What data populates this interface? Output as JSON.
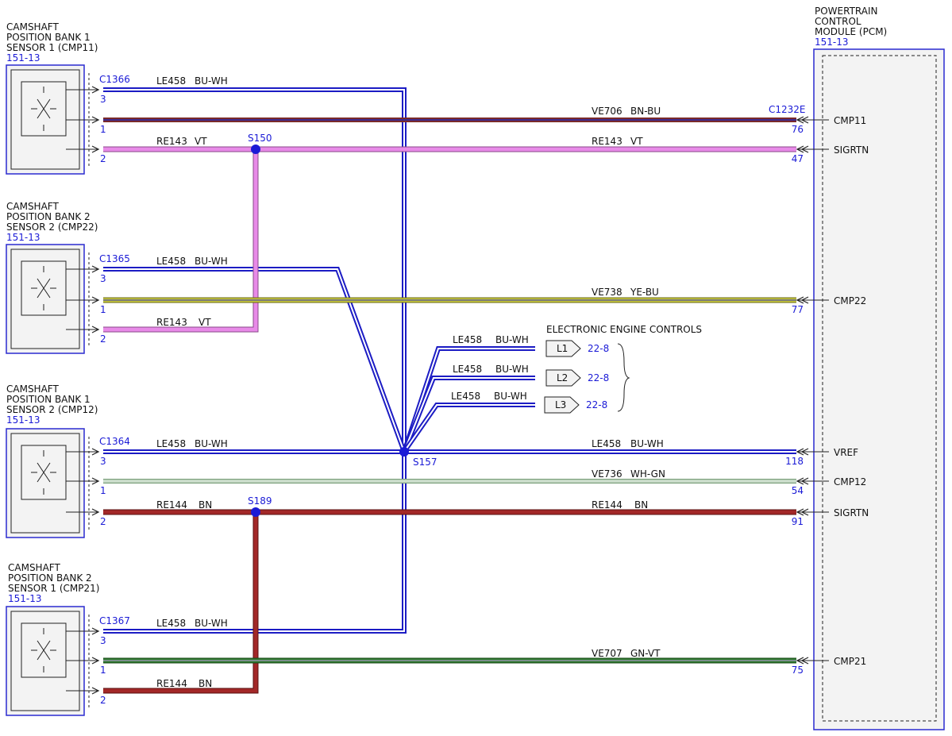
{
  "colors": {
    "BU-WH": "#1c1cc4",
    "BN-BU": "#7a2a2a",
    "VT": "#e88ae8",
    "YE-BU": "#b8b832",
    "WH-GN": "#a8c8a8",
    "BN": "#a32828",
    "GN-VT": "#2e7a2e",
    "ref": "#1a1ad6"
  },
  "sensors": [
    {
      "title_lines": [
        "CAMSHAFT",
        "POSITION BANK 1",
        "SENSOR 1 (CMP11)"
      ],
      "ref": "151-13",
      "connector": "C1366",
      "pins": [
        "3",
        "1",
        "2"
      ]
    },
    {
      "title_lines": [
        "CAMSHAFT",
        "POSITION BANK 2",
        "SENSOR 2 (CMP22)"
      ],
      "ref": "151-13",
      "connector": "C1365",
      "pins": [
        "3",
        "1",
        "2"
      ]
    },
    {
      "title_lines": [
        "CAMSHAFT",
        "POSITION BANK 1",
        "SENSOR 2 (CMP12)"
      ],
      "ref": "151-13",
      "connector": "C1364",
      "pins": [
        "3",
        "1",
        "2"
      ]
    },
    {
      "title_lines": [
        "CAMSHAFT",
        "POSITION BANK 2",
        "SENSOR 1 (CMP21)"
      ],
      "ref": "151-13",
      "connector": "C1367",
      "pins": [
        "3",
        "1",
        "2"
      ]
    }
  ],
  "pcm": {
    "title_lines": [
      "POWERTRAIN",
      "CONTROL",
      "MODULE (PCM)"
    ],
    "ref": "151-13",
    "connector": "C1232E",
    "pins": [
      {
        "num": "76",
        "name": "CMP11"
      },
      {
        "num": "47",
        "name": "SIGRTN"
      },
      {
        "num": "77",
        "name": "CMP22"
      },
      {
        "num": "118",
        "name": "VREF"
      },
      {
        "num": "54",
        "name": "CMP12"
      },
      {
        "num": "91",
        "name": "SIGRTN"
      },
      {
        "num": "75",
        "name": "CMP21"
      }
    ]
  },
  "splices": [
    "S150",
    "S157",
    "S189"
  ],
  "wire_labels": {
    "w1": {
      "circuit": "LE458",
      "color": "BU-WH"
    },
    "w2": {
      "circuit": "VE706",
      "color": "BN-BU"
    },
    "w3a": {
      "circuit": "RE143",
      "color": "VT"
    },
    "w3b": {
      "circuit": "RE143",
      "color": "VT"
    },
    "w4": {
      "circuit": "LE458",
      "color": "BU-WH"
    },
    "w5": {
      "circuit": "VE738",
      "color": "YE-BU"
    },
    "w6": {
      "circuit": "RE143",
      "color": "VT"
    },
    "w7": {
      "circuit": "LE458",
      "color": "BU-WH"
    },
    "w8": {
      "circuit": "LE458",
      "color": "BU-WH"
    },
    "w9": {
      "circuit": "VE736",
      "color": "WH-GN"
    },
    "w10a": {
      "circuit": "RE144",
      "color": "BN"
    },
    "w10b": {
      "circuit": "RE144",
      "color": "BN"
    },
    "w11": {
      "circuit": "LE458",
      "color": "BU-WH"
    },
    "w12": {
      "circuit": "VE707",
      "color": "GN-VT"
    },
    "w13": {
      "circuit": "RE144",
      "color": "BN"
    },
    "b1": {
      "circuit": "LE458",
      "color": "BU-WH"
    },
    "b2": {
      "circuit": "LE458",
      "color": "BU-WH"
    },
    "b3": {
      "circuit": "LE458",
      "color": "BU-WH"
    }
  },
  "eec": {
    "title": "ELECTRONIC ENGINE CONTROLS",
    "items": [
      {
        "label": "L1",
        "ref": "22-8"
      },
      {
        "label": "L2",
        "ref": "22-8"
      },
      {
        "label": "L3",
        "ref": "22-8"
      }
    ]
  }
}
